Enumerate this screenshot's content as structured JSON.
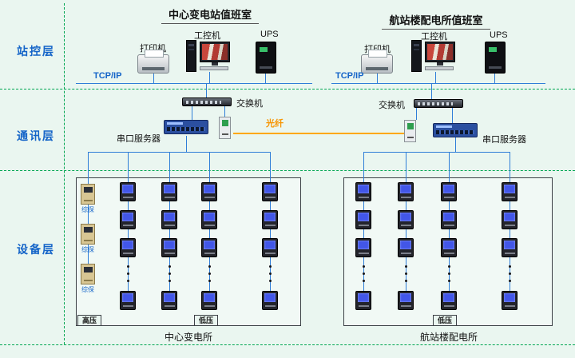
{
  "layers": {
    "station": "站控层",
    "comm": "通讯层",
    "device": "设备层"
  },
  "fiber_label": "光纤",
  "rooms": {
    "left": {
      "title": "中心变电站值班室",
      "printer_label": "打印机",
      "pc_label": "工控机",
      "ups_label": "UPS",
      "tcpip_label": "TCP/IP",
      "switch_label": "交换机",
      "serial_label": "串口服务器",
      "relay_label": "综保",
      "hv_label": "高压",
      "lv_label": "低压",
      "caption": "中心变电所"
    },
    "right": {
      "title": "航站楼配电所值班室",
      "printer_label": "打印机",
      "pc_label": "工控机",
      "ups_label": "UPS",
      "tcpip_label": "TCP/IP",
      "switch_label": "交换机",
      "serial_label": "串口服务器",
      "lv_label": "低压",
      "caption": "航站楼配电所"
    }
  },
  "colors": {
    "background": "#eaf6f0",
    "bus_line": "#2f7ed8",
    "layer_divider": "#00a651",
    "fiber": "#ffa800",
    "label_blue": "#1464c8"
  }
}
